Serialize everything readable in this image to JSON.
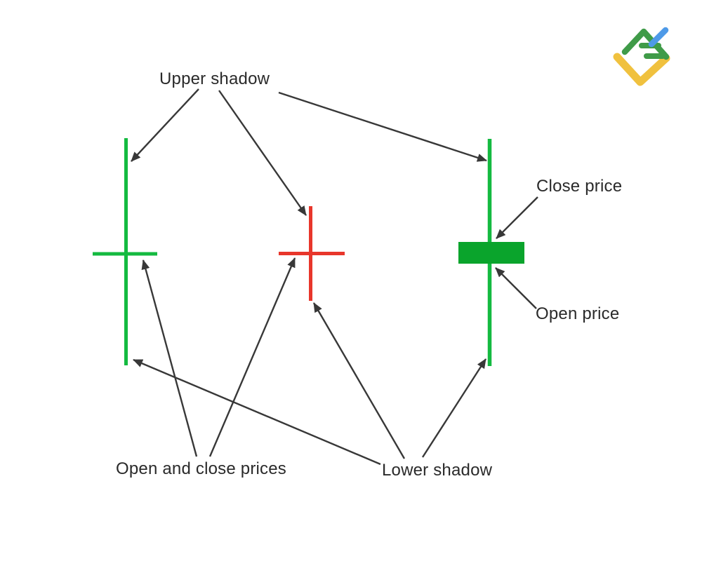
{
  "page": {
    "background": "#ffffff",
    "description": "Candlestick anatomy diagram: two doji crosses (green and red) and one bullish candlestick with labelled shadows, open and close prices"
  },
  "labels": {
    "upper_shadow": "Upper shadow",
    "close_price": "Close price",
    "open_price": "Open price",
    "open_and_close_prices": "Open and close prices",
    "lower_shadow": "Lower shadow"
  },
  "colors": {
    "bullish_line": "#14BA40",
    "bullish_body": "#0AA42C",
    "bearish_line": "#E8362B",
    "arrow": "#383838",
    "text": "#2a2a2a"
  },
  "figures": [
    {
      "id": "left-candle",
      "type": "doji-cross",
      "color": "green",
      "annotated_parts": [
        "upper shadow",
        "open and close prices",
        "lower shadow"
      ]
    },
    {
      "id": "middle-candle",
      "type": "doji-cross",
      "color": "red",
      "annotated_parts": [
        "upper shadow",
        "open and close prices",
        "lower shadow"
      ]
    },
    {
      "id": "right-candle",
      "type": "bullish-candlestick",
      "color": "green",
      "annotated_parts": [
        "upper shadow",
        "close price",
        "open price",
        "lower shadow"
      ]
    }
  ],
  "logo": {
    "name": "litefinance-logo",
    "green": "#3F9B48",
    "blue": "#4E9AE8",
    "yellow": "#F0C13E"
  }
}
